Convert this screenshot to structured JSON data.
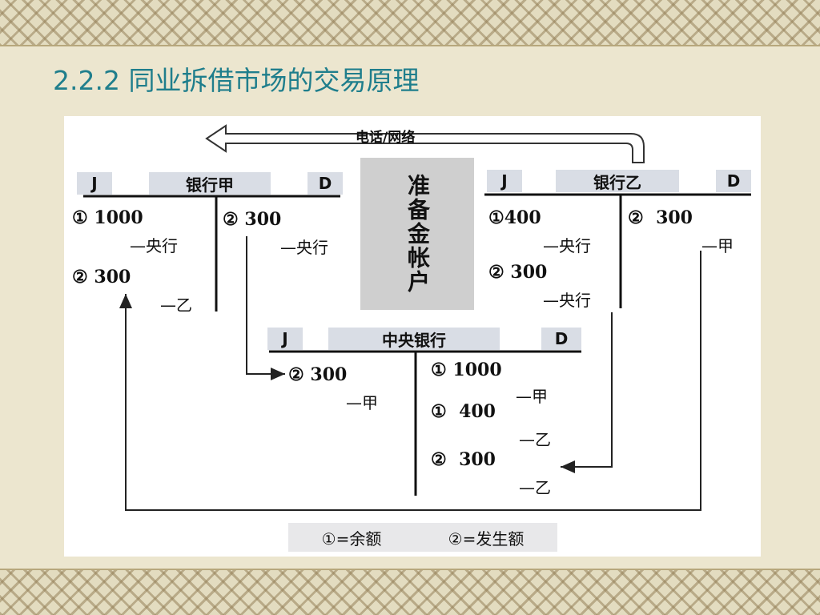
{
  "title": "2.2.2 同业拆借市场的交易原理",
  "arrow_label": "电话/网络",
  "reserve_account": "准备金帐户",
  "accounts": [
    {
      "name": "银行甲",
      "debit": "J",
      "credit": "D",
      "entries": [
        {
          "marker": "①",
          "amount": "1000",
          "counterparty": "—央行",
          "side": "debit"
        },
        {
          "marker": "②",
          "amount": "300",
          "counterparty": "—乙",
          "side": "debit"
        },
        {
          "marker": "②",
          "amount": "300",
          "counterparty": "—央行",
          "side": "credit"
        }
      ]
    },
    {
      "name": "银行乙",
      "debit": "J",
      "credit": "D",
      "entries": [
        {
          "marker": "①",
          "amount": "400",
          "counterparty": "—央行",
          "side": "debit"
        },
        {
          "marker": "②",
          "amount": "300",
          "counterparty": "—央行",
          "side": "debit"
        },
        {
          "marker": "②",
          "amount": "300",
          "counterparty": "—甲",
          "side": "credit"
        }
      ]
    },
    {
      "name": "中央银行",
      "debit": "J",
      "credit": "D",
      "entries": [
        {
          "marker": "②",
          "amount": "300",
          "counterparty": "—甲",
          "side": "debit"
        },
        {
          "marker": "①",
          "amount": "1000",
          "counterparty": "—甲",
          "side": "credit"
        },
        {
          "marker": "①",
          "amount": "400",
          "counterparty": "—乙",
          "side": "credit"
        },
        {
          "marker": "②",
          "amount": "300",
          "counterparty": "—乙",
          "side": "credit"
        }
      ]
    }
  ],
  "legend": [
    "①=余额",
    "②=发生额"
  ],
  "colors": {
    "title": "#1f7e8c",
    "header_fill": "#d9dde5",
    "reserve_fill": "#cfcfcf"
  }
}
